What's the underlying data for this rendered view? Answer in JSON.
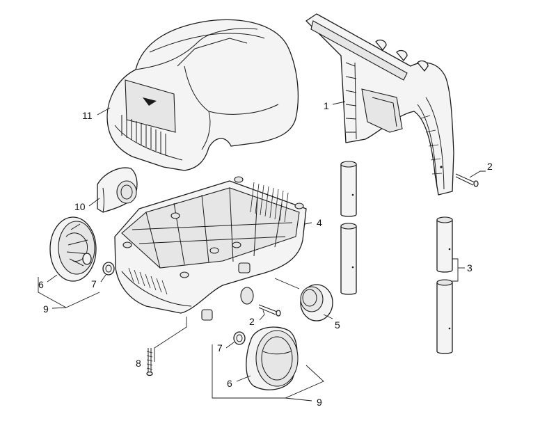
{
  "callouts": {
    "c1": "1",
    "c2a": "2",
    "c2b": "2",
    "c3": "3",
    "c4": "4",
    "c5": "5",
    "c6a": "6",
    "c6b": "6",
    "c7a": "7",
    "c7b": "7",
    "c8": "8",
    "c9a": "9",
    "c9b": "9",
    "c10": "10",
    "c11": "11"
  }
}
